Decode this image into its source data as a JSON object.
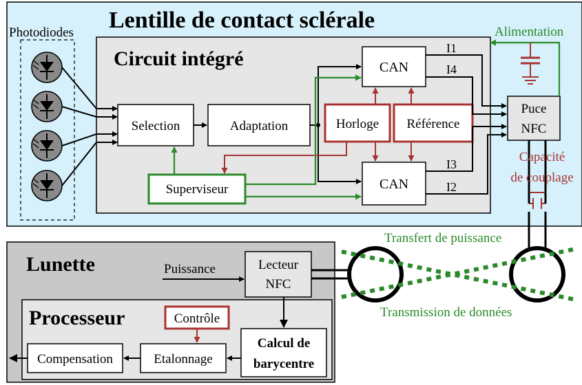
{
  "lens": {
    "title": "Lentille de contact sclérale",
    "photodiodes_label": "Photodiodes",
    "circuit_title": "Circuit intégré",
    "selection": "Selection",
    "adaptation": "Adaptation",
    "horloge": "Horloge",
    "reference": "Référence",
    "can_top": "CAN",
    "can_bottom": "CAN",
    "superviseur": "Superviseur",
    "nfc_chip_line1": "Puce",
    "nfc_chip_line2": "NFC",
    "alimentation": "Alimentation",
    "capacite_line1": "Capacité",
    "capacite_line2": "de couplage",
    "i1": "I1",
    "i4": "I4",
    "i3": "I3",
    "i2": "I2"
  },
  "link": {
    "transfert": "Transfert de puissance",
    "transmission": "Transmission de données"
  },
  "glasses": {
    "title": "Lunette",
    "puissance": "Puissance",
    "reader_line1": "Lecteur",
    "reader_line2": "NFC",
    "processor_title": "Processeur",
    "controle": "Contrôle",
    "barycentre_line1": "Calcul de",
    "barycentre_line2": "barycentre",
    "etalonnage": "Etalonnage",
    "compensation": "Compensation"
  },
  "colors": {
    "lens_bg": "#d6f1fb",
    "panel_grey": "#e6e6e6",
    "green": "#2a8a2a",
    "red": "#a83232"
  }
}
